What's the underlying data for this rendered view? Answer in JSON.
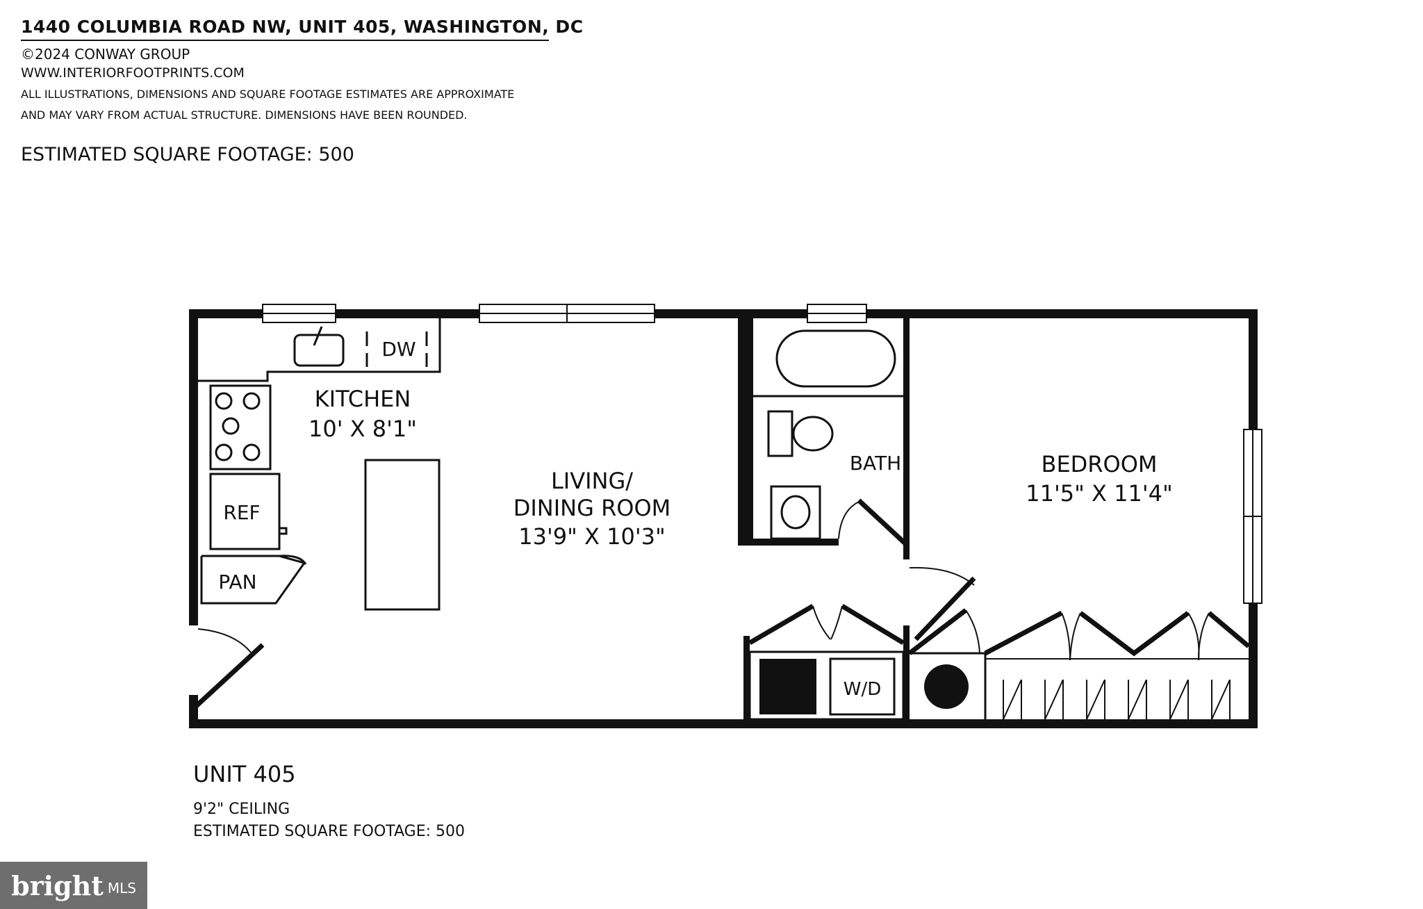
{
  "header": {
    "address": "1440 COLUMBIA ROAD NW, UNIT 405, WASHINGTON, DC",
    "copyright": "©2024 CONWAY GROUP",
    "website": "WWW.INTERIORFOOTPRINTS.COM",
    "disclaimer_line1": "ALL ILLUSTRATIONS, DIMENSIONS AND SQUARE FOOTAGE ESTIMATES ARE APPROXIMATE",
    "disclaimer_line2": "AND MAY VARY FROM ACTUAL STRUCTURE. DIMENSIONS HAVE BEEN ROUNDED.",
    "square_footage": "ESTIMATED SQUARE FOOTAGE: 500"
  },
  "rooms": {
    "kitchen": {
      "name": "KITCHEN",
      "dims": "10' X 8'1\""
    },
    "living": {
      "name_line1": "LIVING/",
      "name_line2": "DINING ROOM",
      "dims": "13'9\" X 10'3\""
    },
    "bath": {
      "name": "BATH"
    },
    "bedroom": {
      "name": "BEDROOM",
      "dims": "11'5\" X 11'4\""
    }
  },
  "fixtures": {
    "dishwasher": "DW",
    "refrigerator": "REF",
    "pantry": "PAN",
    "washer_dryer": "W/D"
  },
  "footer": {
    "unit": "UNIT 405",
    "ceiling": "9'2\" CEILING",
    "square_footage": "ESTIMATED SQUARE FOOTAGE: 500"
  },
  "watermark": {
    "brand": "bright",
    "suffix": "MLS"
  }
}
